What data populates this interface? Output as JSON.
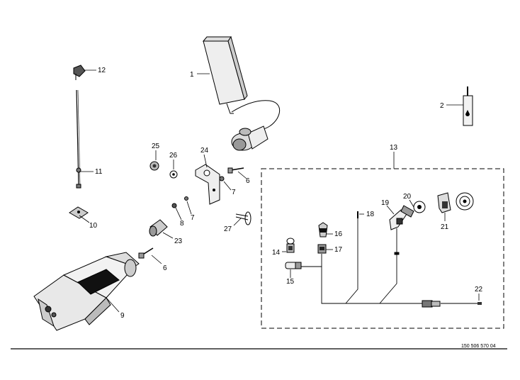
{
  "drawing_ref": "150 506 570 04",
  "group_label": "13",
  "callouts": [
    {
      "id": "c1",
      "text": "1"
    },
    {
      "id": "c2",
      "text": "2"
    },
    {
      "id": "c6a",
      "text": "6"
    },
    {
      "id": "c6b",
      "text": "6"
    },
    {
      "id": "c7a",
      "text": "7"
    },
    {
      "id": "c7b",
      "text": "7"
    },
    {
      "id": "c8",
      "text": "8"
    },
    {
      "id": "c9",
      "text": "9"
    },
    {
      "id": "c10",
      "text": "10"
    },
    {
      "id": "c11",
      "text": "11"
    },
    {
      "id": "c12",
      "text": "12"
    },
    {
      "id": "c14",
      "text": "14"
    },
    {
      "id": "c15",
      "text": "15"
    },
    {
      "id": "c16",
      "text": "16"
    },
    {
      "id": "c17",
      "text": "17"
    },
    {
      "id": "c18",
      "text": "18"
    },
    {
      "id": "c19",
      "text": "19"
    },
    {
      "id": "c20",
      "text": "20"
    },
    {
      "id": "c21",
      "text": "21"
    },
    {
      "id": "c22",
      "text": "22"
    },
    {
      "id": "c23",
      "text": "23"
    },
    {
      "id": "c24",
      "text": "24"
    },
    {
      "id": "c25",
      "text": "25"
    },
    {
      "id": "c26",
      "text": "26"
    },
    {
      "id": "c27",
      "text": "27"
    }
  ]
}
